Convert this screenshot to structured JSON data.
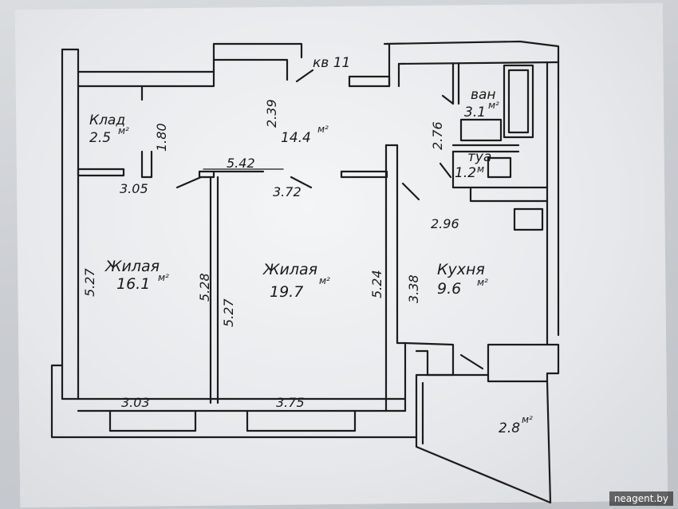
{
  "plan": {
    "entrance_label": "кв 11",
    "rooms": [
      {
        "id": "pantry",
        "name": "Клад",
        "area": "2.5",
        "unit": "м²"
      },
      {
        "id": "hall",
        "name": "",
        "area": "14.4",
        "unit": "м²"
      },
      {
        "id": "bath",
        "name": "ван",
        "area": "3.1",
        "unit": "м²"
      },
      {
        "id": "toilet",
        "name": "туа",
        "area": "1.2",
        "unit": "м"
      },
      {
        "id": "living1",
        "name": "Жилая",
        "area": "16.1",
        "unit": "м²"
      },
      {
        "id": "living2",
        "name": "Жилая",
        "area": "19.7",
        "unit": "м²"
      },
      {
        "id": "kitchen",
        "name": "Кухня",
        "area": "9.6",
        "unit": "м²"
      },
      {
        "id": "balcony",
        "name": "",
        "area": "2.8",
        "unit": "м²"
      }
    ],
    "dimensions": {
      "pantry_h": "1.80",
      "hall_w": "2.39",
      "bath_w": "2.76",
      "hall_len": "5.42",
      "pantry_w": "3.05",
      "hall_corr": "3.72",
      "kitchen_diag": "2.96",
      "living1_h": "5.27",
      "living1_h2": "5.28",
      "living2_h": "5.27",
      "living2_h2": "5.24",
      "kitchen_h": "3.38",
      "living1_w": "3.03",
      "living2_w": "3.75"
    }
  },
  "watermark": "neagent.by"
}
